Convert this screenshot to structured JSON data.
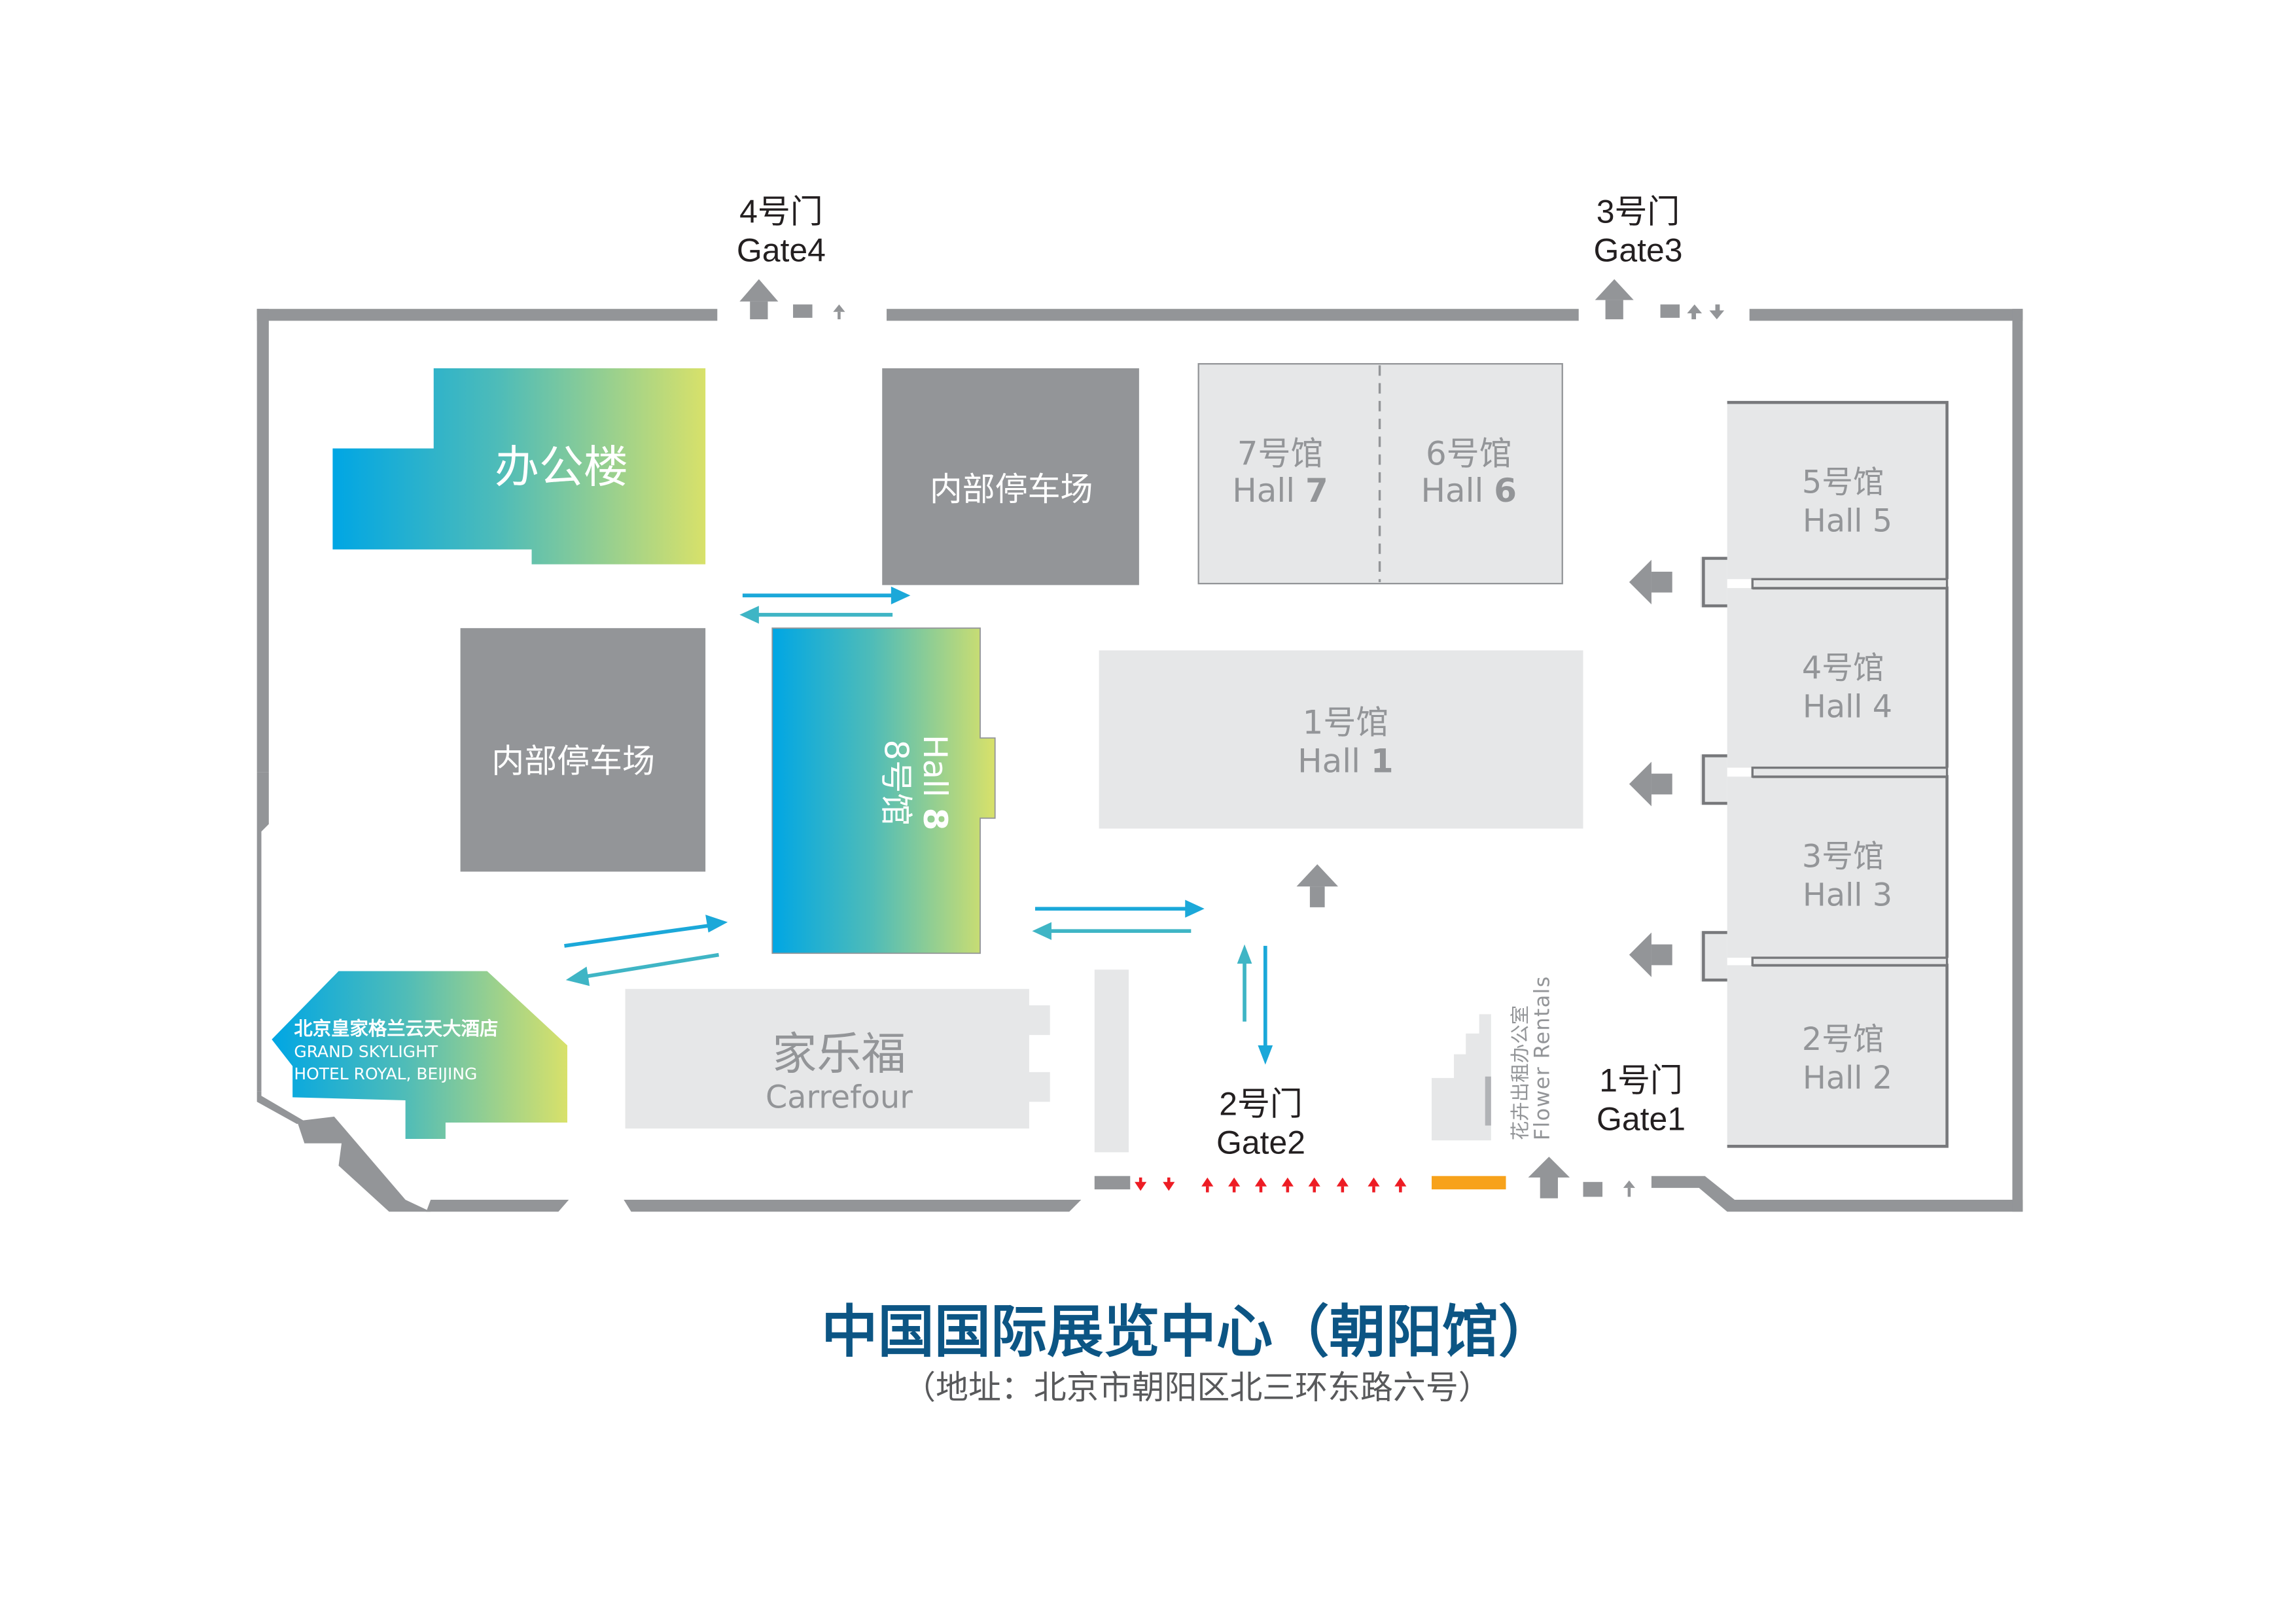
{
  "title": "中国国际展览中心（朝阳馆）",
  "address": "（地址：北京市朝阳区北三环东路六号）",
  "colors": {
    "wall": "#939598",
    "hall": "#e6e7e8",
    "hall_border": "#939598",
    "parking": "#939598",
    "gradient_start": "#00a6e4",
    "gradient_end": "#d8e16a",
    "route_arrow": "#1ba8d9",
    "route_arrow_alt": "#3fb5c5",
    "entry_arrow_red": "#ed1c24",
    "flower_bar": "#f7a21b",
    "title": "#0c5584",
    "subtitle": "#58595b"
  },
  "gates": {
    "gate4": {
      "cn": "4号门",
      "en": "Gate4"
    },
    "gate3": {
      "cn": "3号门",
      "en": "Gate3"
    },
    "gate2": {
      "cn": "2号门",
      "en": "Gate2"
    },
    "gate1": {
      "cn": "1号门",
      "en": "Gate1"
    }
  },
  "buildings": {
    "office": {
      "cn": "办公楼"
    },
    "parking_north": {
      "cn": "内部停车场"
    },
    "parking_west": {
      "cn": "内部停车场"
    },
    "carrefour": {
      "cn": "家乐福",
      "en": "Carrefour"
    },
    "hotel": {
      "cn": "北京皇家格兰云天大酒店",
      "en_line1": "GRAND SKYLIGHT",
      "en_line2": "HOTEL ROYAL, BEIJING"
    },
    "flower_rentals": {
      "cn": "花卉出租办公室",
      "en": "Flower Rentals"
    }
  },
  "halls": {
    "hall1": {
      "cn": "1号馆",
      "en": "Hall",
      "num": "1"
    },
    "hall2": {
      "cn": "2号馆",
      "en": "Hall 2"
    },
    "hall3": {
      "cn": "3号馆",
      "en": "Hall 3"
    },
    "hall4": {
      "cn": "4号馆",
      "en": "Hall 4"
    },
    "hall5": {
      "cn": "5号馆",
      "en": "Hall 5"
    },
    "hall6": {
      "cn": "6号馆",
      "en": "Hall",
      "num": "6"
    },
    "hall7": {
      "cn": "7号馆",
      "en": "Hall",
      "num": "7"
    },
    "hall8": {
      "cn": "8号馆",
      "en": "Hall",
      "num": "8"
    }
  },
  "icons": {
    "entry_arrow": "up-arrow-icon",
    "exit_arrow": "down-arrow-icon",
    "hall_entrance_arrow": "left-arrow-icon",
    "route_arrow": "two-way-arrow-icon"
  }
}
